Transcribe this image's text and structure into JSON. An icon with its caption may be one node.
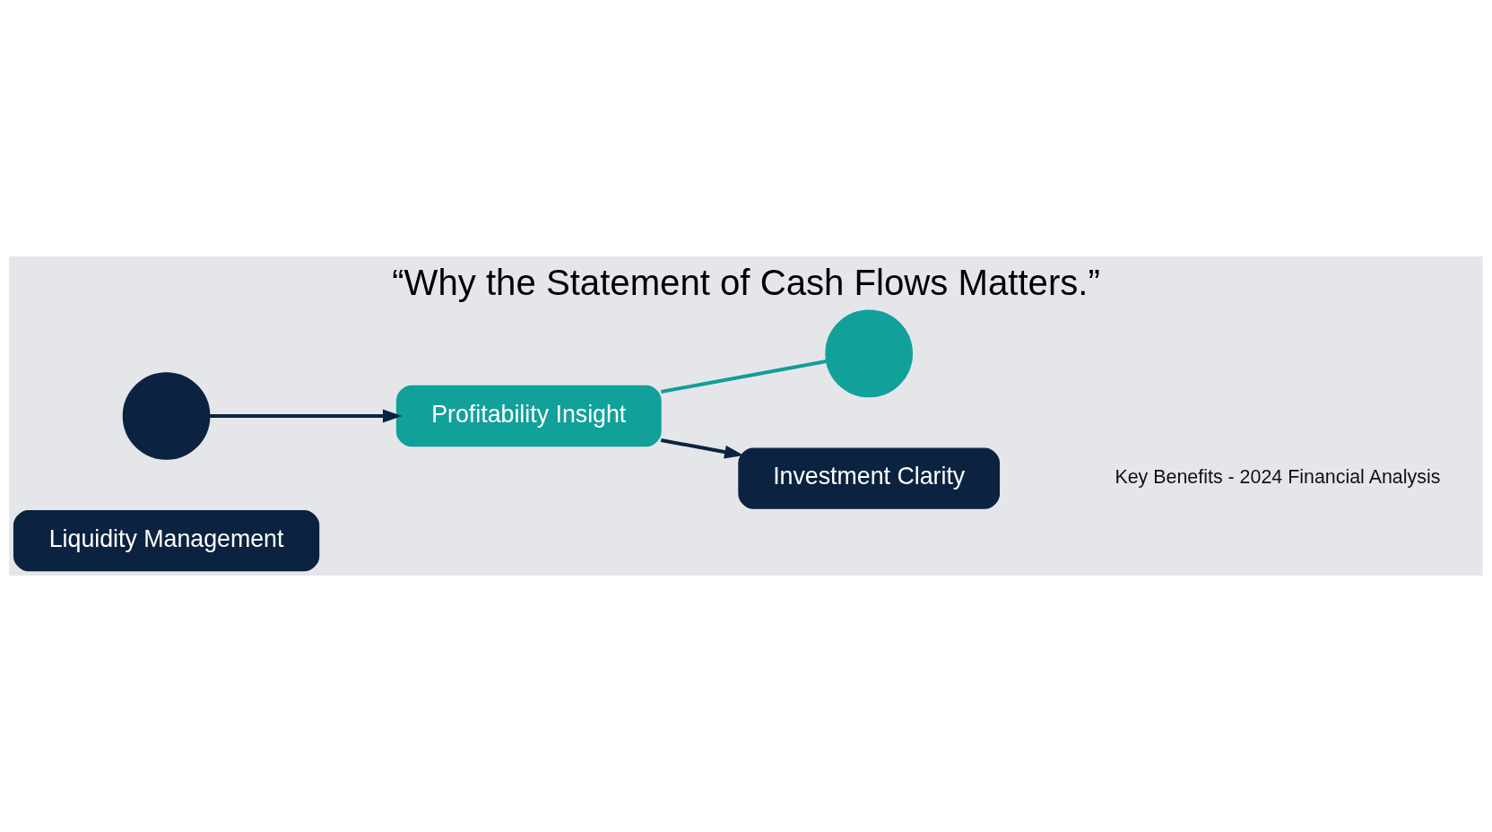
{
  "diagram": {
    "title": "“Why the Statement of Cash Flows Matters.”",
    "nodes": [
      {
        "text": [
          "Liquidity Management"
        ]
      },
      {
        "text": [],
        "shape": "circle"
      },
      {
        "text": [
          "Profitability Insight"
        ]
      },
      {
        "text": [],
        "shape": "circle"
      },
      {
        "text": [
          "Investment Clarity"
        ]
      }
    ],
    "edges": [
      {
        "from": 1,
        "to": 2,
        "arrow": "to"
      },
      {
        "from": 2,
        "to": 3,
        "arrow": "none",
        "color": "#129e98"
      },
      {
        "from": 2,
        "to": 4,
        "arrow": "to"
      }
    ],
    "labels": [
      "Key Benefits - 2024 Financial Analysis"
    ]
  }
}
